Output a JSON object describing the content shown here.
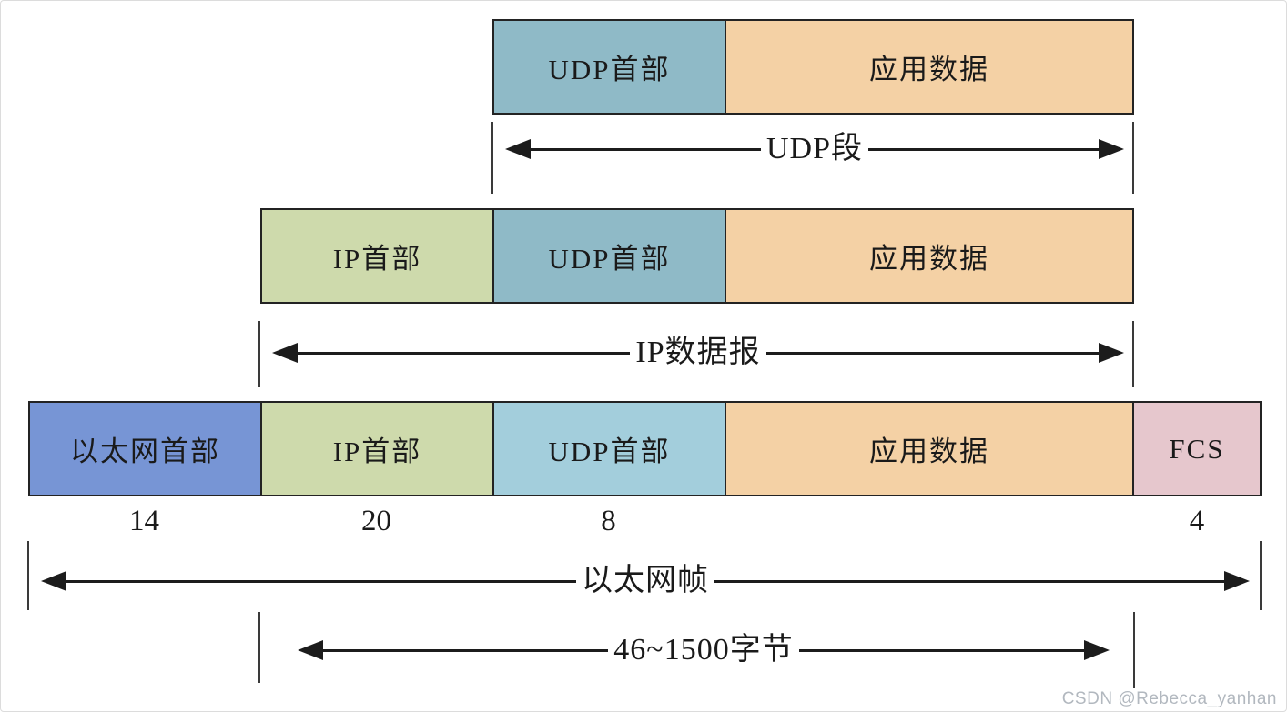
{
  "layers": {
    "udp": {
      "segments": [
        {
          "label": "UDP首部"
        },
        {
          "label": "应用数据"
        }
      ],
      "span_label": "UDP段"
    },
    "ip": {
      "segments": [
        {
          "label": "IP首部"
        },
        {
          "label": "UDP首部"
        },
        {
          "label": "应用数据"
        }
      ],
      "span_label": "IP数据报"
    },
    "ethernet": {
      "segments": [
        {
          "label": "以太网首部",
          "bytes": "14"
        },
        {
          "label": "IP首部",
          "bytes": "20"
        },
        {
          "label": "UDP首部",
          "bytes": "8"
        },
        {
          "label": "应用数据"
        },
        {
          "label": "FCS",
          "bytes": "4"
        }
      ],
      "span_label": "以太网帧",
      "payload_span_label": "46~1500字节"
    }
  },
  "colors": {
    "udp_header_teal": "#8fbac7",
    "udp_header_light_blue": "#a3cedc",
    "ip_header_green": "#cedaac",
    "ethernet_header_blue": "#7795d5",
    "app_data_peach": "#f4d1a5",
    "fcs_pink": "#e6c7cd",
    "line_black": "#1c1c1c"
  },
  "watermark": "CSDN @Rebecca_yanhan"
}
